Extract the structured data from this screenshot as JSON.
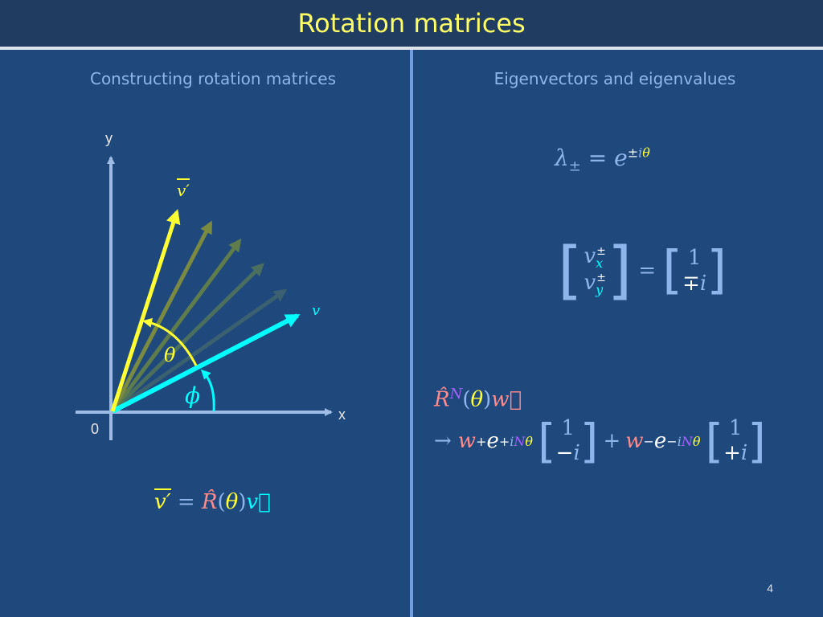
{
  "slide": {
    "title": "Rotation matrices",
    "page_number": "4"
  },
  "left": {
    "heading": "Constructing rotation matrices",
    "axis_x": "x",
    "axis_y": "y",
    "origin": "0",
    "label_v_prime": "v′",
    "label_v": "v",
    "label_theta": "θ",
    "label_phi": "ϕ"
  },
  "right": {
    "heading": "Eigenvectors and eigenvalues"
  },
  "colors": {
    "background": "#1f487c",
    "title_bar": "#203c60",
    "title_text": "#ffff66",
    "heading": "#8fb6ec",
    "axis": "#9ebce6",
    "v_vector": "#00ffff",
    "v_prime_vector": "#ffff33",
    "operator": "#ff8a8a",
    "violet": "#a660ff",
    "matrix_text": "#8fb6ec"
  },
  "icons": {
    "arrow": "right-arrow-icon"
  }
}
